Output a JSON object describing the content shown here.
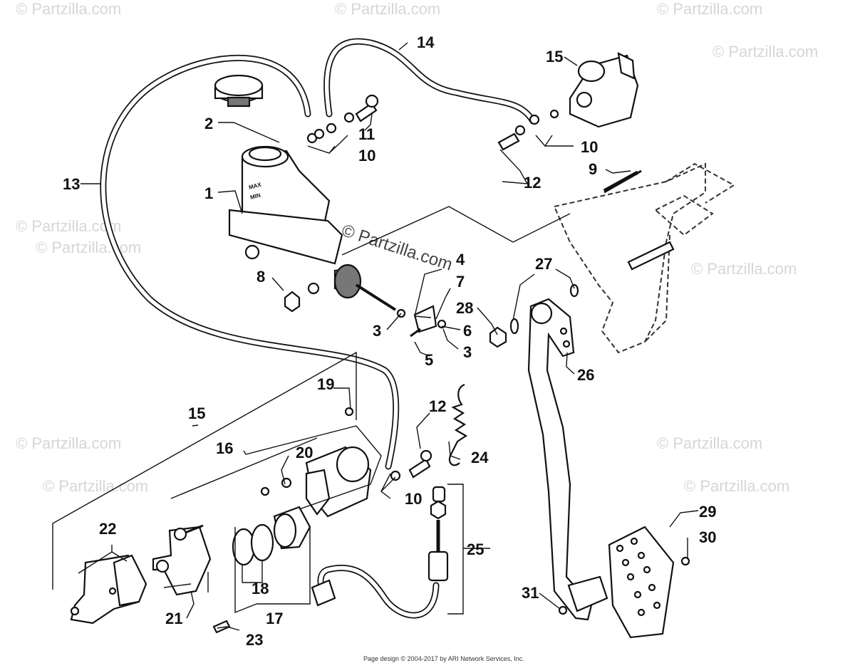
{
  "watermark": {
    "text": "© Partzilla.com",
    "center_text": "© Partzilla.com"
  },
  "footer": {
    "text": "Page design © 2004-2017 by ARI Network Services, Inc."
  },
  "callouts": {
    "c1": "1",
    "c2": "2",
    "c3a": "3",
    "c3b": "3",
    "c4": "4",
    "c5": "5",
    "c6": "6",
    "c7": "7",
    "c8": "8",
    "c9": "9",
    "c10a": "10",
    "c10b": "10",
    "c10c": "10",
    "c11": "11",
    "c12a": "12",
    "c12b": "12",
    "c13": "13",
    "c14": "14",
    "c15a": "15",
    "c15b": "15",
    "c16": "16",
    "c17": "17",
    "c18": "18",
    "c19": "19",
    "c20": "20",
    "c21": "21",
    "c22": "22",
    "c23": "23",
    "c24": "24",
    "c25": "25",
    "c26": "26",
    "c27": "27",
    "c28": "28",
    "c29": "29",
    "c30": "30",
    "c31": "31"
  },
  "reservoir_text": {
    "max": "MAX",
    "min": "MIN"
  }
}
